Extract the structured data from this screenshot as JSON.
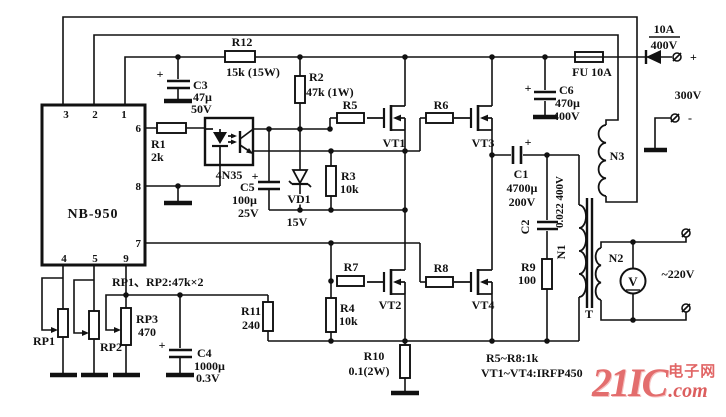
{
  "labels": {
    "r12": "R12",
    "r12_val": "15k (15W)",
    "c3": "C3",
    "c3_v1": "47µ",
    "c3_v2": "50V",
    "r1": "R1",
    "r1_val": "2k",
    "opto": "4N35",
    "r2": "R2",
    "r2_val": "47k (1W)",
    "r5": "R5",
    "r6": "R6",
    "r7": "R7",
    "r8": "R8",
    "vt1": "VT1",
    "vt2": "VT2",
    "vt3": "VT3",
    "vt4": "VT4",
    "c5": "C5",
    "c5_v1": "100µ",
    "c5_v2": "25V",
    "vd1": "VD1",
    "vd1_val": "15V",
    "r3": "R3",
    "r3_val": "10k",
    "r4": "R4",
    "r4_val": "10k",
    "fuse": "FU 10A",
    "c6": "C6",
    "c6_v1": "470µ",
    "c6_v2": "400V",
    "diode_a": "10A",
    "diode_v": "400V",
    "out_plus": "+",
    "out_minus": "-",
    "out_voltage": "300V",
    "n3": "N3",
    "n1": "N1",
    "n2": "N2",
    "t": "T",
    "c1": "C1",
    "c1_v1": "4700µ",
    "c1_v2": "200V",
    "c2": "C2",
    "c2_val": "0.022 400V",
    "r9": "R9",
    "r9_val": "100",
    "r10": "R10",
    "r10_val": "0.1(2W)",
    "r11": "R11",
    "r11_val": "240",
    "rp1": "RP1",
    "rp2": "RP2",
    "rp3": "RP3",
    "rp3_val": "470",
    "rp_note": "RP1、RP2:47k×2",
    "c4": "C4",
    "c4_v1": "1000µ",
    "c4_v2": "0.3V",
    "note_r": "R5~R8:1k",
    "note_vt": "VT1~VT4:IRFP450",
    "ac_voltage": "~220V",
    "meter": "V",
    "plus": "+"
  },
  "ic": {
    "name": "NB-950",
    "pin_top": [
      "3",
      "2",
      "1"
    ],
    "pin_right": [
      "6",
      "8",
      "7"
    ],
    "pin_bottom": [
      "4",
      "5",
      "9"
    ]
  },
  "watermark": {
    "num": "21IC",
    "cn": "电子网",
    "dot": ".",
    "tld": "com"
  }
}
